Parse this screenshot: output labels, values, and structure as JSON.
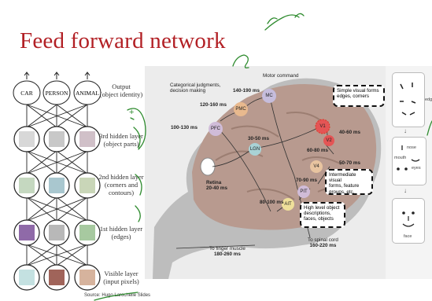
{
  "title": "Feed forward network",
  "network": {
    "outputs": [
      "CAR",
      "PERSON",
      "ANIMAL"
    ],
    "layer_labels": {
      "output": [
        "Output",
        "(object identity)"
      ],
      "hidden3": [
        "3rd hidden layer",
        "(object parts)"
      ],
      "hidden2": [
        "2nd hidden layer",
        "(corners and",
        "contours)"
      ],
      "hidden1": [
        "1st hidden layer",
        "(edges)"
      ],
      "visible": [
        "Visible layer",
        "(input pixels)"
      ]
    }
  },
  "brain": {
    "labels": {
      "categorical": [
        "Categorical judgments,",
        "decision making"
      ],
      "motor": "Motor command",
      "t_pmc": "140-190 ms",
      "t_pfc_pmc": "120-160 ms",
      "t_pfc": "100-130 ms",
      "t_lgn": "30-50 ms",
      "retina": [
        "Retina",
        "20-40 ms"
      ],
      "t_v1": "40-60 ms",
      "t_v2": "50-70 ms",
      "t_v4": "60-80 ms",
      "t_pit": "70-90 ms",
      "t_ait": "80-100 ms",
      "finger": [
        "To finger muscle",
        "180-260 ms"
      ],
      "spinal": [
        "To spinal cord",
        "160-220 ms"
      ]
    },
    "areas": [
      "PFC",
      "PMC",
      "MC",
      "LGN",
      "V1",
      "V2",
      "V4",
      "PIT",
      "AIT"
    ],
    "boxes": {
      "simple": [
        "Simple visual forms",
        "edges, corners"
      ],
      "intermediate": [
        "Intermediate visual",
        "forms, feature",
        "groups, etc."
      ],
      "high": [
        "High level object",
        "descriptions,",
        "faces, objects"
      ]
    }
  },
  "faces": {
    "side_label": "edg",
    "part_labels": [
      "nose",
      "mouth",
      "eyes"
    ],
    "face_label": "face"
  },
  "source": "Source: Hugo Larochelle Slides",
  "colors": {
    "title": "#b22025",
    "ink": "#2e8b2e"
  }
}
